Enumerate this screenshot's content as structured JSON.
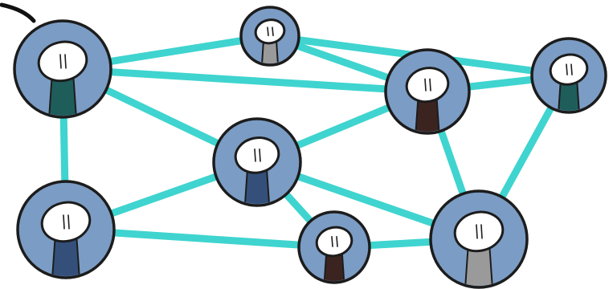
{
  "diagram": {
    "kind": "network-of-people",
    "colors": {
      "edge": "#3fd4cf",
      "node_fill": "#7b9cc4",
      "node_outline": "#1c1c1c",
      "head_fill": "#ffffff",
      "background": "#ffffff"
    },
    "nodes": [
      {
        "id": "person-top-left",
        "tie_color": "#1f5d5b"
      },
      {
        "id": "person-top-center",
        "tie_color": "#9a9a9a"
      },
      {
        "id": "person-right-center",
        "tie_color": "#3b2420"
      },
      {
        "id": "person-far-right",
        "tie_color": "#1f5d5b"
      },
      {
        "id": "person-center",
        "tie_color": "#34507a"
      },
      {
        "id": "person-bottom-left",
        "tie_color": "#34507a"
      },
      {
        "id": "person-bottom-center",
        "tie_color": "#3b2420"
      },
      {
        "id": "person-bottom-right",
        "tie_color": "#9a9a9a"
      }
    ],
    "edges": [
      [
        "person-top-left",
        "person-top-center"
      ],
      [
        "person-top-left",
        "person-right-center"
      ],
      [
        "person-top-left",
        "person-center"
      ],
      [
        "person-top-left",
        "person-bottom-left"
      ],
      [
        "person-top-center",
        "person-right-center"
      ],
      [
        "person-top-center",
        "person-far-right"
      ],
      [
        "person-right-center",
        "person-far-right"
      ],
      [
        "person-right-center",
        "person-center"
      ],
      [
        "person-right-center",
        "person-bottom-right"
      ],
      [
        "person-far-right",
        "person-bottom-right"
      ],
      [
        "person-center",
        "person-bottom-left"
      ],
      [
        "person-center",
        "person-bottom-center"
      ],
      [
        "person-center",
        "person-bottom-right"
      ],
      [
        "person-bottom-left",
        "person-bottom-center"
      ],
      [
        "person-bottom-center",
        "person-bottom-right"
      ]
    ]
  }
}
